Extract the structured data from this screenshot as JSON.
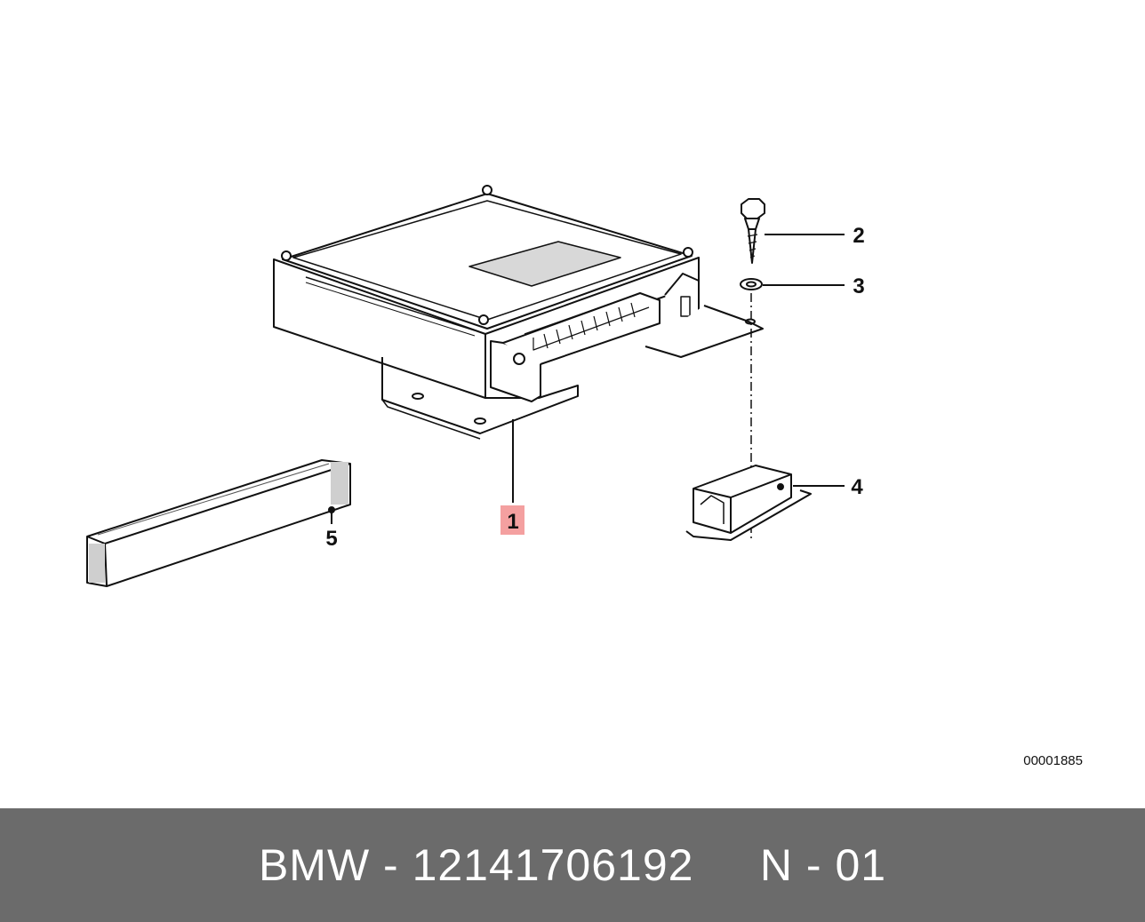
{
  "diagram": {
    "callouts": {
      "part_1": "1",
      "part_2": "2",
      "part_3": "3",
      "part_4": "4",
      "part_5": "5"
    },
    "reference_code": "00001885",
    "highlight_color": "#f4a0a0"
  },
  "footer": {
    "text": "BMW - 12141706192     N - 01",
    "background_color": "#6b6b6b"
  }
}
